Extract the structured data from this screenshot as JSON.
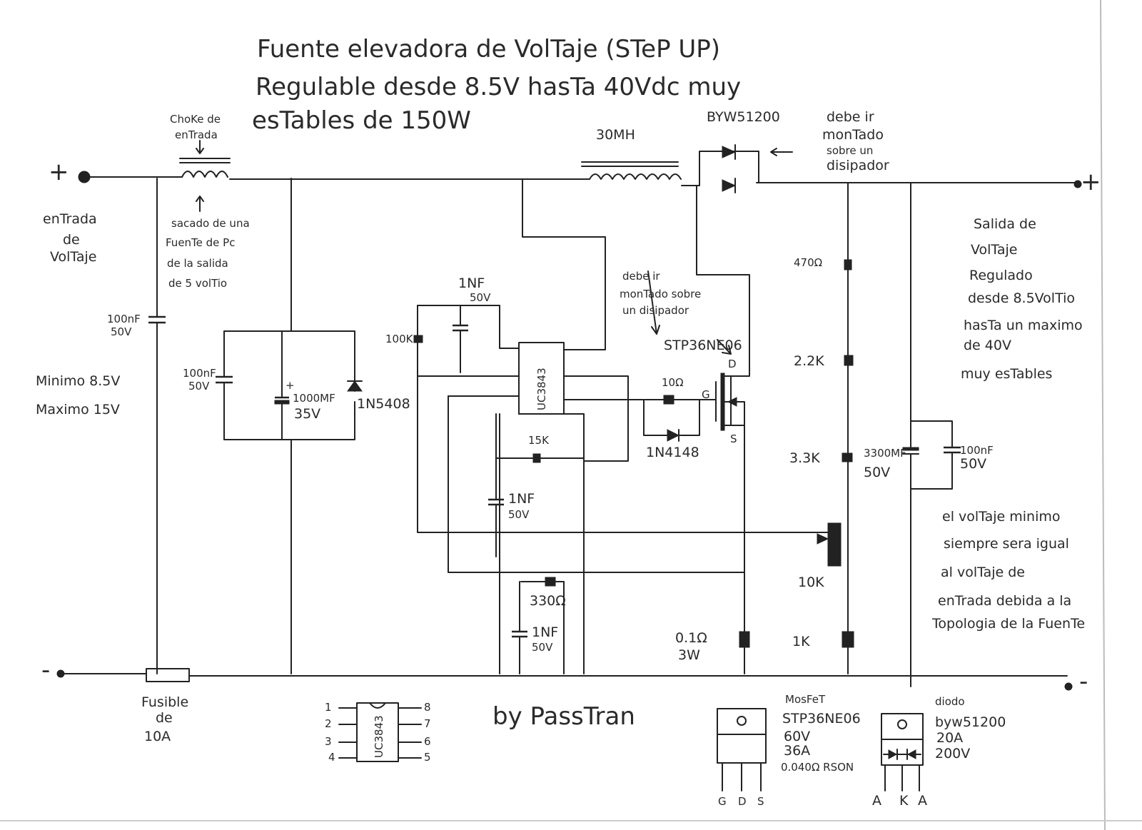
{
  "title": {
    "line1": "Fuente elevadora de VolTaje (STeP UP)",
    "line2": "Regulable desde 8.5V hasTa 40Vdc muy",
    "line3": "esTables de 150W"
  },
  "input": {
    "plus": "+",
    "minus": "-",
    "label1": "enTrada",
    "label2": "de",
    "label3": "VolTaje",
    "min": "Minimo 8.5V",
    "max": "Maximo 15V"
  },
  "choke": {
    "label1": "ChoKe de",
    "label2": "enTrada",
    "note1": "sacado de una",
    "note2": "FuenTe de Pc",
    "note3": "de la salida",
    "note4": "de 5 volTio"
  },
  "input_cap": {
    "value": "100nF",
    "voltage": "50V"
  },
  "input_filter": {
    "cap1_value": "100nF",
    "cap1_voltage": "50V",
    "cap2_value": "1000MF",
    "cap2_voltage": "35V",
    "cap2_polarity": "+",
    "diode": "1N5408"
  },
  "fuse": {
    "label1": "Fusible",
    "label2": "de",
    "label3": "10A"
  },
  "inductor": {
    "label": "30MH"
  },
  "output_diode": {
    "part": "BYW51200",
    "note1": "debe ir",
    "note2": "monTado",
    "note3": "sobre un",
    "note4": "disipador"
  },
  "controller": {
    "chip": "UC3843",
    "timing_res": "100K",
    "timing_cap_value": "1NF",
    "timing_cap_voltage": "50V",
    "fb_res": "15K",
    "comp_cap_value": "1NF",
    "comp_cap_voltage": "50V",
    "cs_res": "330Ω",
    "cs_cap_value": "1NF",
    "cs_cap_voltage": "50V"
  },
  "mosfet": {
    "note1": "debe ir",
    "note2": "monTado sobre",
    "note3": "un disipador",
    "part": "STP36NE06",
    "gate_res": "10Ω",
    "gate_diode": "1N4148",
    "pin_d": "D",
    "pin_g": "G",
    "pin_s": "S",
    "sense_res": "0.1Ω",
    "sense_watt": "3W"
  },
  "divider": {
    "r1": "470Ω",
    "r2": "2.2K",
    "r3": "3.3K",
    "pot": "10K",
    "r4": "1K"
  },
  "output_caps": {
    "cap1_value": "3300MF",
    "cap1_voltage": "50V",
    "cap2_value": "100nF",
    "cap2_voltage": "50V"
  },
  "output": {
    "plus": "+",
    "minus": "-",
    "label1": "Salida de",
    "label2": "VolTaje",
    "label3": "Regulado",
    "label4": "desde 8.5VolTio",
    "label5": "hasTa un maximo",
    "label6": "de 40V",
    "label7": "muy esTables"
  },
  "note": {
    "line1": "el volTaje minimo",
    "line2": "siempre sera igual",
    "line3": "al volTaje de",
    "line4": "enTrada debida a la",
    "line5": "Topologia de la FuenTe"
  },
  "author": "by PassTran",
  "pinout_ic": {
    "name": "UC3843",
    "pins_left": [
      "1",
      "2",
      "3",
      "4"
    ],
    "pins_right": [
      "8",
      "7",
      "6",
      "5"
    ]
  },
  "pinout_mosfet": {
    "title": "MosFeT",
    "part": "STP36NE06",
    "v": "60V",
    "a": "36A",
    "r": "0.040Ω RSON",
    "pins": [
      "G",
      "D",
      "S"
    ]
  },
  "pinout_diode": {
    "title": "diodo",
    "part": "byw51200",
    "a": "20A",
    "v": "200V",
    "pins": [
      "A",
      "K",
      "A"
    ]
  }
}
